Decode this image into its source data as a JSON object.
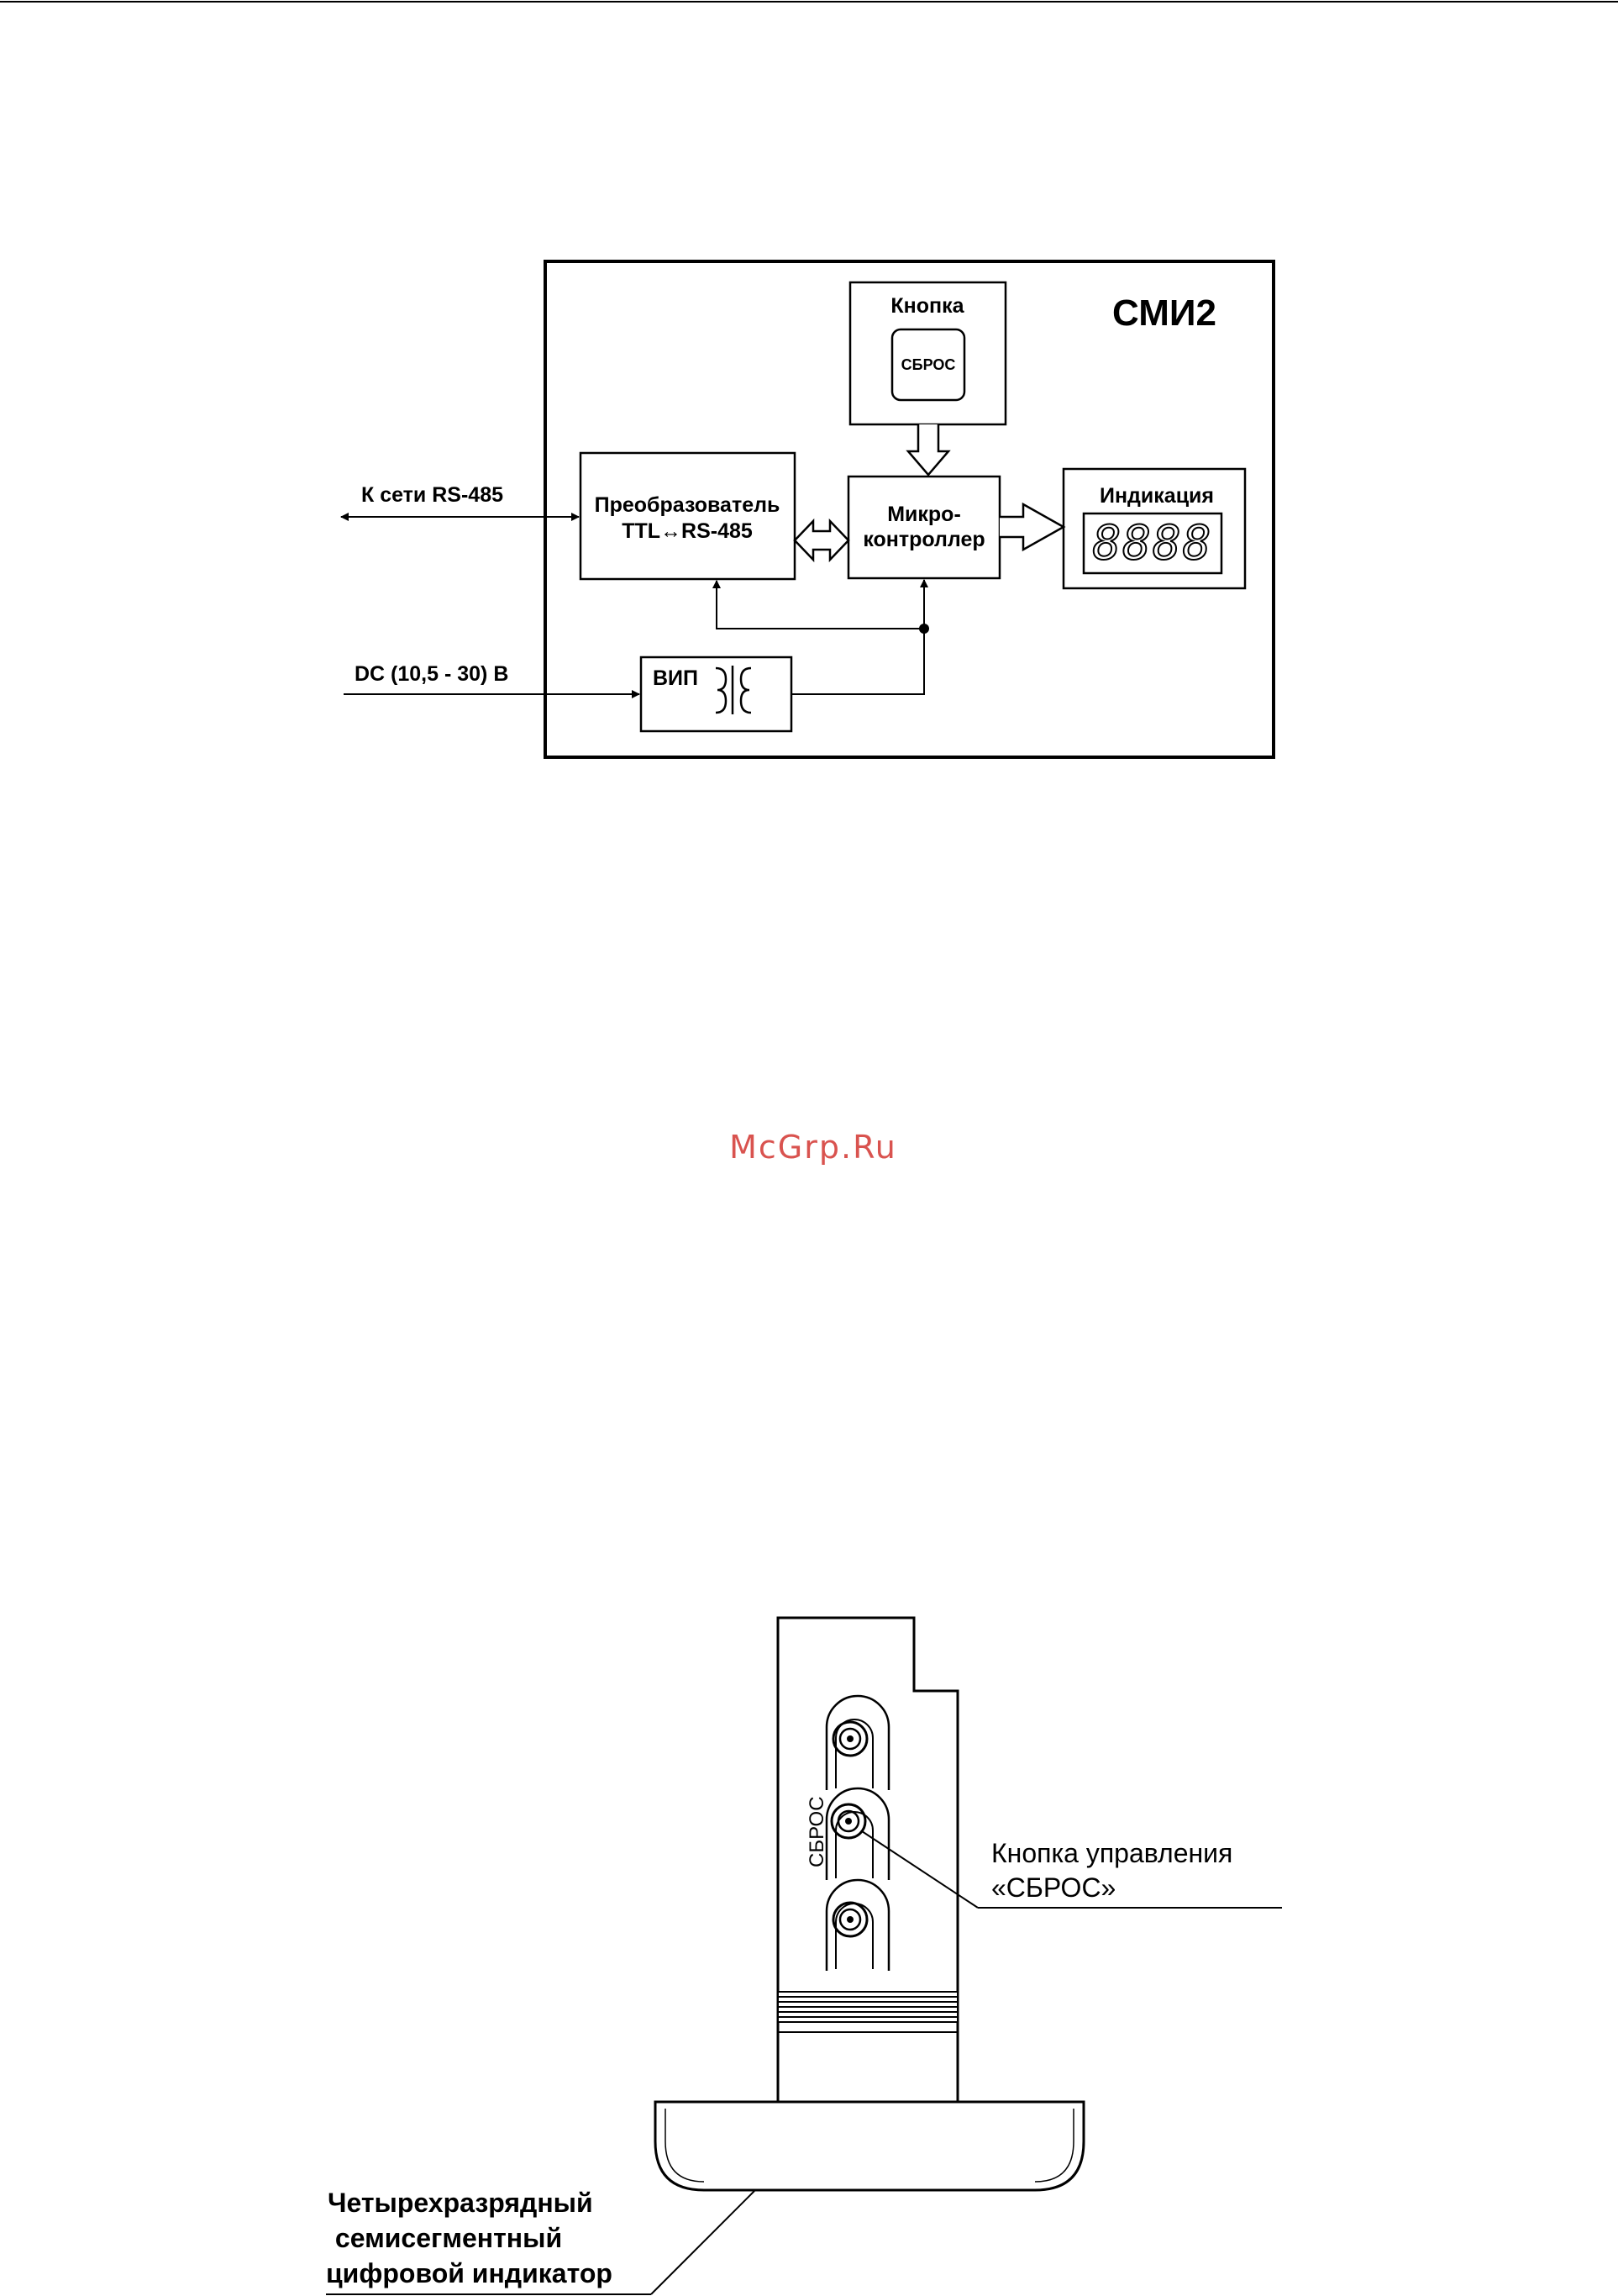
{
  "block_diagram": {
    "device_title": "СМИ2",
    "button_block": {
      "title": "Кнопка",
      "key_label": "СБРОС"
    },
    "converter": {
      "line1": "Преобразователь",
      "line2": "TTL↔RS-485"
    },
    "microcontroller": {
      "line1": "Микро-",
      "line2": "контроллер"
    },
    "indication": {
      "title": "Индикация",
      "digits": "8888"
    },
    "power_supply": {
      "label": "ВИП"
    },
    "rs485_network": "К сети RS-485",
    "dc_input": "DC (10,5 - 30) В"
  },
  "watermark": "McGrp.Ru",
  "device_drawing": {
    "side_label": "СБРОС",
    "button_callout": {
      "line1": "Кнопка управления",
      "line2": "«СБРОС»"
    },
    "indicator_callout": {
      "line1": "Четырехразрядный",
      "line2": " семисегментный",
      "line3": "цифровой индикатор"
    }
  },
  "colors": {
    "ink": "#000000",
    "watermark": "#d9534f",
    "background": "#ffffff"
  }
}
